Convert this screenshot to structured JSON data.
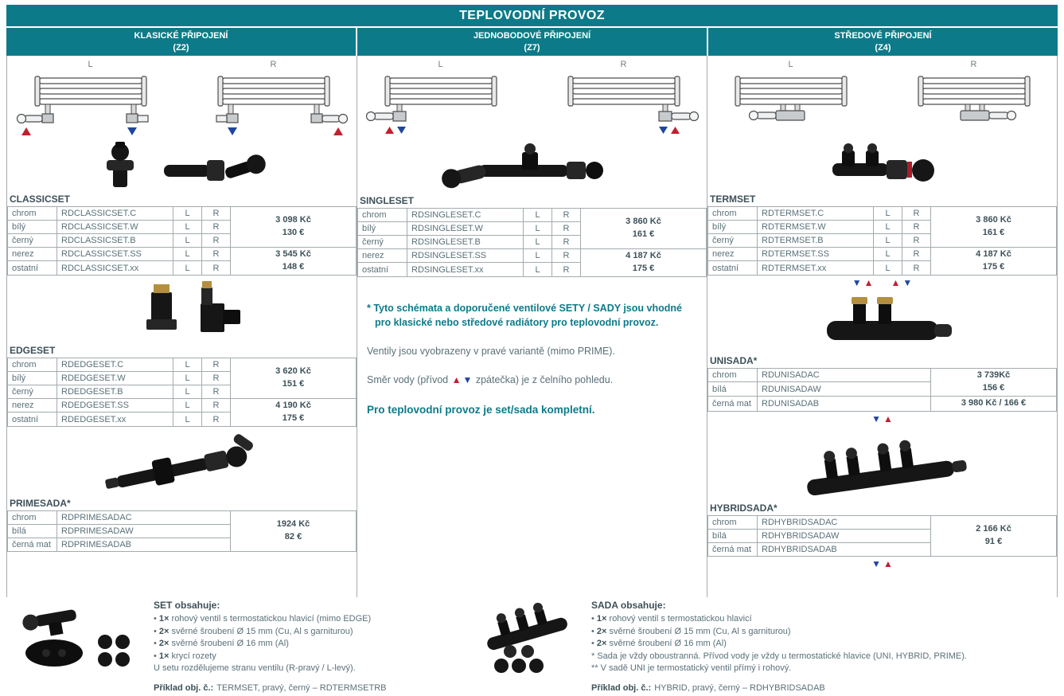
{
  "title": "TEPLOVODNÍ PROVOZ",
  "lr_labels": [
    "L",
    "R"
  ],
  "colors": {
    "teal": "#0d7a89",
    "accent_red": "#c1202f",
    "accent_blue": "#1f469e",
    "text": "#5a7078",
    "border": "#a3abae"
  },
  "sections": [
    {
      "id": "z2",
      "header": "KLASICKÉ PŘIPOJENÍ",
      "code": "(Z2)",
      "tables": [
        {
          "name": "CLASSICSET",
          "lr": true,
          "rows": [
            [
              "chrom",
              "RDCLASSICSET.C"
            ],
            [
              "bílý",
              "RDCLASSICSET.W"
            ],
            [
              "černý",
              "RDCLASSICSET.B"
            ],
            [
              "nerez",
              "RDCLASSICSET.SS"
            ],
            [
              "ostatní",
              "RDCLASSICSET.xx"
            ]
          ],
          "prices": [
            {
              "span": 3,
              "lines": [
                "3 098 Kč",
                "130 €"
              ]
            },
            {
              "span": 2,
              "lines": [
                "3 545 Kč",
                "148 €"
              ]
            }
          ]
        },
        {
          "name": "EDGESET",
          "lr": true,
          "rows": [
            [
              "chrom",
              "RDEDGESET.C"
            ],
            [
              "bílý",
              "RDEDGESET.W"
            ],
            [
              "černý",
              "RDEDGESET.B"
            ],
            [
              "nerez",
              "RDEDGESET.SS"
            ],
            [
              "ostatní",
              "RDEDGESET.xx"
            ]
          ],
          "prices": [
            {
              "span": 3,
              "lines": [
                "3 620 Kč",
                "151 €"
              ]
            },
            {
              "span": 2,
              "lines": [
                "4 190 Kč",
                "175 €"
              ]
            }
          ]
        },
        {
          "name": "PRIMESADA*",
          "lr": false,
          "rows": [
            [
              "chrom",
              "RDPRIMESADAC"
            ],
            [
              "bílá",
              "RDPRIMESADAW"
            ],
            [
              "černá mat",
              "RDPRIMESADAB"
            ]
          ],
          "prices": [
            {
              "span": 3,
              "lines": [
                "1924 Kč",
                "82 €"
              ]
            }
          ]
        }
      ]
    },
    {
      "id": "z7",
      "header": "JEDNOBODOVÉ PŘIPOJENÍ",
      "code": "(Z7)",
      "tables": [
        {
          "name": "SINGLESET",
          "lr": true,
          "rows": [
            [
              "chrom",
              "RDSINGLESET.C"
            ],
            [
              "bílý",
              "RDSINGLESET.W"
            ],
            [
              "černý",
              "RDSINGLESET.B"
            ],
            [
              "nerez",
              "RDSINGLESET.SS"
            ],
            [
              "ostatní",
              "RDSINGLESET.xx"
            ]
          ],
          "prices": [
            {
              "span": 3,
              "lines": [
                "3 860 Kč",
                "161 €"
              ]
            },
            {
              "span": 2,
              "lines": [
                "4 187 Kč",
                "175 €"
              ]
            }
          ]
        }
      ]
    },
    {
      "id": "z4",
      "header": "STŘEDOVÉ PŘIPOJENÍ",
      "code": "(Z4)",
      "tables": [
        {
          "name": "TERMSET",
          "lr": true,
          "rows": [
            [
              "chrom",
              "RDTERMSET.C"
            ],
            [
              "bílý",
              "RDTERMSET.W"
            ],
            [
              "černý",
              "RDTERMSET.B"
            ],
            [
              "nerez",
              "RDTERMSET.SS"
            ],
            [
              "ostatní",
              "RDTERMSET.xx"
            ]
          ],
          "prices": [
            {
              "span": 3,
              "lines": [
                "3 860 Kč",
                "161 €"
              ]
            },
            {
              "span": 2,
              "lines": [
                "4 187 Kč",
                "175 €"
              ]
            }
          ]
        },
        {
          "name": "UNISADA*",
          "lr": false,
          "rows": [
            [
              "chrom",
              "RDUNISADAC"
            ],
            [
              "bílá",
              "RDUNISADAW"
            ],
            [
              "černá mat",
              "RDUNISADAB"
            ]
          ],
          "prices": [
            {
              "span": 2,
              "lines": [
                "3 739Kč",
                "156 €"
              ]
            },
            {
              "span": 1,
              "lines": [
                "3 980 Kč / 166 €"
              ]
            }
          ]
        },
        {
          "name": "HYBRIDSADA*",
          "lr": false,
          "rows": [
            [
              "chrom",
              "RDHYBRIDSADAC"
            ],
            [
              "bílá",
              "RDHYBRIDSADAW"
            ],
            [
              "černá mat",
              "RDHYBRIDSADAB"
            ]
          ],
          "prices": [
            {
              "span": 3,
              "lines": [
                "2 166 Kč",
                "91 €"
              ]
            }
          ]
        }
      ]
    }
  ],
  "markers": {
    "z4_after_termset": [
      "down-blue",
      "up-red",
      "gap",
      "up-red",
      "down-blue"
    ],
    "z4_after_unisada": [
      "down-blue",
      "up-red"
    ],
    "z4_after_hybridsada": [
      "down-blue",
      "up-red"
    ]
  },
  "info": {
    "note_star": "* Tyto schémata a doporučené ventilové SETY / SADY jsou vhodné pro klasické nebo středové radiátory pro teplovodní provoz.",
    "line1": "Ventily jsou vyobrazeny v pravé variantě (mimo PRIME).",
    "line2_pre": "Směr vody (přívod ",
    "line2_post": " zpátečka) je z čelního pohledu.",
    "line3": "Pro teplovodní provoz je set/sada kompletní."
  },
  "footer": {
    "set": {
      "heading": "SET obsahuje:",
      "items": [
        {
          "qty": "1×",
          "text": "rohový ventil s termostatickou hlavicí (mimo EDGE)"
        },
        {
          "qty": "2×",
          "text": "svěrné šroubení Ø 15 mm (Cu, Al s garniturou)"
        },
        {
          "qty": "2×",
          "text": "svěrné šroubení Ø 16 mm (Al)"
        },
        {
          "qty": "1×",
          "text": "krycí rozety"
        }
      ],
      "note": "U setu rozdělujeme stranu ventilu (R-pravý / L-levý).",
      "example_label": "Příklad obj. č.:",
      "example_text": "TERMSET, pravý, černý – RDTERMSETRB"
    },
    "sada": {
      "heading": "SADA obsahuje:",
      "items": [
        {
          "qty": "1×",
          "text": "rohový ventil s termostatickou hlavicí"
        },
        {
          "qty": "2×",
          "text": "svěrné šroubení Ø 15 mm (Cu, Al s garniturou)"
        },
        {
          "qty": "2×",
          "text": "svěrné šroubení Ø 16 mm (Al)"
        }
      ],
      "notes": [
        "* Sada je vždy oboustranná. Přívod vody je vždy u termostatické hlavice (UNI, HYBRID, PRIME).",
        "** V sadě UNI je termostatický ventil přímý i rohový."
      ],
      "example_label": "Příklad obj. č.:",
      "example_text": "HYBRID, pravý, černý – RDHYBRIDSADAB"
    }
  }
}
